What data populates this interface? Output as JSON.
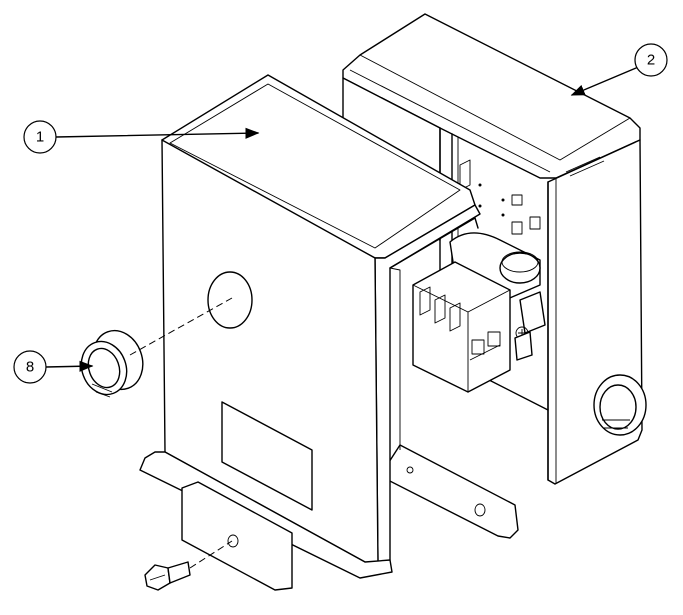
{
  "callouts": [
    {
      "id": "1",
      "label": "1"
    },
    {
      "id": "2",
      "label": "2"
    },
    {
      "id": "8",
      "label": "8"
    }
  ],
  "colors": {
    "line": "#000000",
    "background": "#ffffff"
  }
}
